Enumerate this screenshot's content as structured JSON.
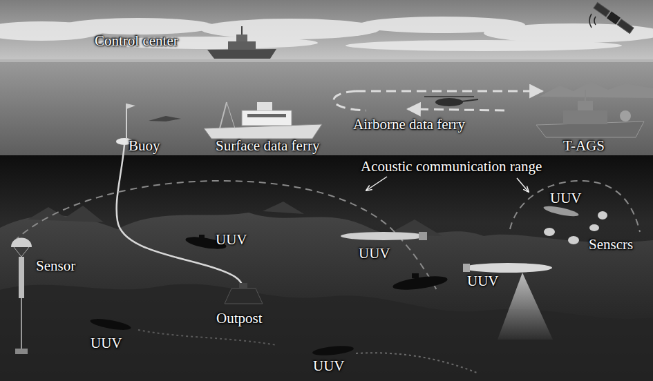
{
  "diagram": {
    "labels": [
      "Control center",
      "Airborne data ferry",
      "Buoy",
      "Surface data ferry",
      "T-AGS",
      "Acoustic communication range",
      "UUV",
      "UUV",
      "Senscrs",
      "UUV",
      "Sensor",
      "UUV",
      "Outpost",
      "UUV",
      "UUV"
    ]
  }
}
